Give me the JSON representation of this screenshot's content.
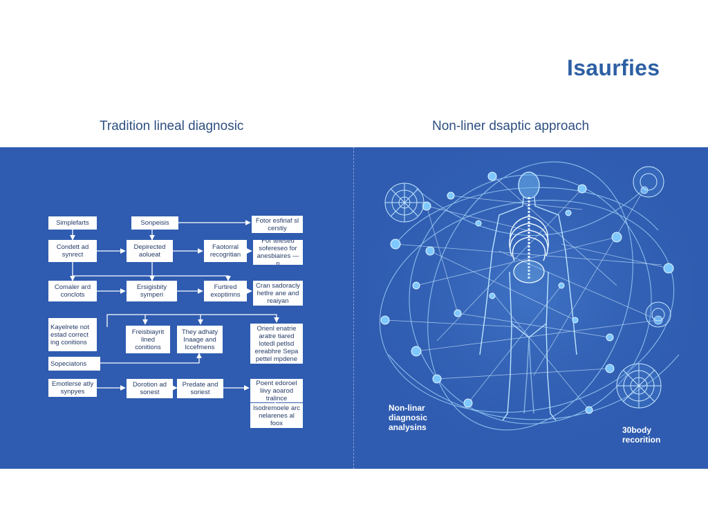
{
  "brand": "Isaurfies",
  "headings": {
    "left": "Tradition lineal diagnosic",
    "right": "Non-liner dsaptic approach"
  },
  "flowchart": {
    "boxes": [
      "Simplefarts",
      "Sonpeisis",
      "Fotor esfiriaf sl cerstiy",
      "Condett ad synrect",
      "Depirected aolueat",
      "Faotorral recogritian",
      "For telesed sofereseo for anesbiaires — n",
      "Comaler ard conclots",
      "Ersigisbity symperi",
      "Furtired exoptimns",
      "Cran sadoracly hetlre ane and reaiyan",
      "Kayelrete not estad correct ing conitions",
      "Freisbiayrit lined conitions",
      "They adhaty Inaage and lccefmens",
      "Orienl enatrie aratre tiared lotedl petlsd ereabhre Sepa pettel mpdene",
      "Sopeciatons",
      "Emotlerse atly synpyes",
      "Dorotion ad sonest",
      "Predate and soriest",
      "Poent edoroel liivy aoarod tralince",
      "Isodremoele arc nelarenes al foox"
    ]
  },
  "body_diagram": {
    "captions": {
      "nonlinear": "Non-linar diagnosic analysins",
      "recognition": "30body recorition"
    }
  },
  "colors": {
    "panel": "#2f5cb0",
    "brand": "#2d5fa3",
    "heading": "#2e4f82",
    "glow": "#9fd9ff"
  }
}
